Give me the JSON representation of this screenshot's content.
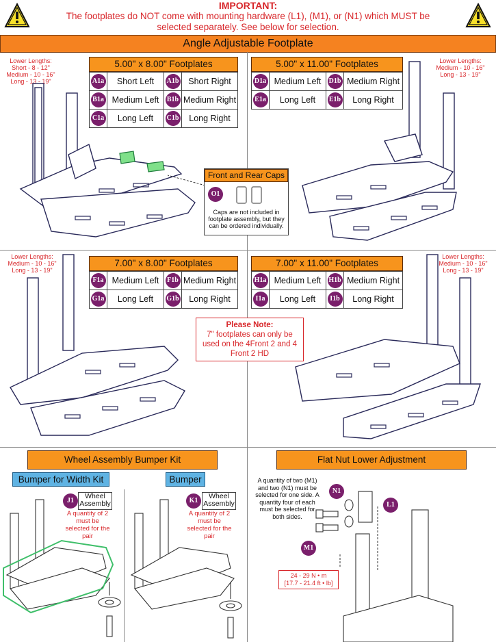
{
  "important": {
    "title": "IMPORTANT:",
    "line1": "The footplates do NOT come with mounting hardware (L1), (M1), or (N1) which MUST be",
    "line2": "selected separately. See below for selection."
  },
  "main_header": "Angle Adjustable Footplate",
  "lower_lengths": {
    "tl": [
      "Lower Lengths:",
      "Short - 8 - 12\"",
      "Medium - 10 - 16\"",
      "Long - 13 - 19\""
    ],
    "tr": [
      "Lower Lengths:",
      "Medium - 10 - 16\"",
      "Long - 13 - 19\""
    ],
    "ml": [
      "Lower Lengths:",
      "Medium - 10 - 16\"",
      "Long - 13 - 19\""
    ],
    "mr": [
      "Lower Lengths:",
      "Medium - 10 - 16\"",
      "Long - 13 - 19\""
    ]
  },
  "tables": {
    "t1": {
      "title": "5.00\" x 8.00\" Footplates",
      "rows": [
        {
          "a": "A1a",
          "al": "Short Left",
          "b": "A1b",
          "bl": "Short Right"
        },
        {
          "a": "B1a",
          "al": "Medium Left",
          "b": "B1b",
          "bl": "Medium Right"
        },
        {
          "a": "C1a",
          "al": "Long Left",
          "b": "C1b",
          "bl": "Long Right"
        }
      ]
    },
    "t2": {
      "title": "5.00\" x 11.00\" Footplates",
      "rows": [
        {
          "a": "D1a",
          "al": "Medium Left",
          "b": "D1b",
          "bl": "Medium Right"
        },
        {
          "a": "E1a",
          "al": "Long Left",
          "b": "E1b",
          "bl": "Long Right"
        }
      ]
    },
    "t3": {
      "title": "7.00\" x 8.00\" Footplates",
      "rows": [
        {
          "a": "F1a",
          "al": "Medium Left",
          "b": "F1b",
          "bl": "Medium Right"
        },
        {
          "a": "G1a",
          "al": "Long Left",
          "b": "G1b",
          "bl": "Long Right"
        }
      ]
    },
    "t4": {
      "title": "7.00\" x 11.00\" Footplates",
      "rows": [
        {
          "a": "H1a",
          "al": "Medium Left",
          "b": "H1b",
          "bl": "Medium Right"
        },
        {
          "a": "I1a",
          "al": "Long Left",
          "b": "I1b",
          "bl": "Long Right"
        }
      ]
    }
  },
  "caps": {
    "title": "Front and Rear Caps",
    "badge": "O1",
    "text": [
      "Caps are not included in",
      "footplate assembly, but they",
      "can be ordered individually."
    ]
  },
  "please_note": {
    "title": "Please Note:",
    "text": [
      "7\" footplates can only be",
      "used on the 4Front 2 and 4",
      "Front 2 HD"
    ]
  },
  "wheel_section": {
    "header": "Wheel Assembly Bumper Kit",
    "left_label": "Bumper for Width Kit",
    "right_label": "Bumper",
    "left_badge": "J1",
    "right_badge": "K1",
    "wheel_assembly": [
      "Wheel",
      "Assembly"
    ],
    "qty_note": [
      "A quantity of 2",
      "must be",
      "selected for the",
      "pair"
    ]
  },
  "flatnut_section": {
    "header": "Flat Nut Lower Adjustment",
    "text_lines": [
      "A quantity of two (M1)",
      "and two (N1) must be",
      "selected for one side. A",
      "quantity four of each",
      "must be selected for",
      "both sides."
    ],
    "badge_n": "N1",
    "badge_l": "L1",
    "badge_m": "M1",
    "torque": [
      "24 - 29 N • m",
      "[17.7 - 21.4 ft • lb]"
    ]
  },
  "colors": {
    "orange": "#f7941d",
    "red": "#d8262a",
    "purple": "#7a1f6b",
    "blue": "#5fb3e3",
    "green_highlight": "#3fbf6a"
  }
}
